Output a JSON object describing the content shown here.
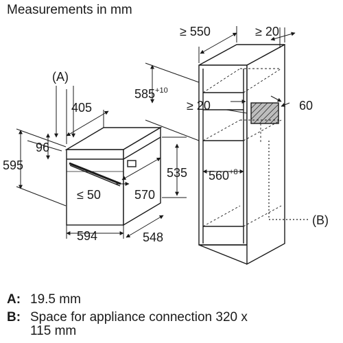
{
  "title": "Measurements in mm",
  "oven": {
    "label_a": "(A)",
    "depth_top": "405",
    "height_front": "96",
    "height_total": "595",
    "height_side": "535",
    "max_gap": "≤ 50",
    "depth_body": "570",
    "width": "594",
    "depth_total": "548"
  },
  "cabinet": {
    "min_depth": "≥ 550",
    "min_gap_top": "≥ 20",
    "niche_height": "585",
    "niche_height_tol": "+10",
    "min_gap_back": "≥ 20",
    "vent_depth": "60",
    "niche_width": "560",
    "niche_width_tol": "+8",
    "label_b": "(B)"
  },
  "legend": {
    "a_key": "A:",
    "a_text": "19.5 mm",
    "b_key": "B:",
    "b_text_line1": "Space for appliance connection 320 x",
    "b_text_line2": "115 mm"
  }
}
